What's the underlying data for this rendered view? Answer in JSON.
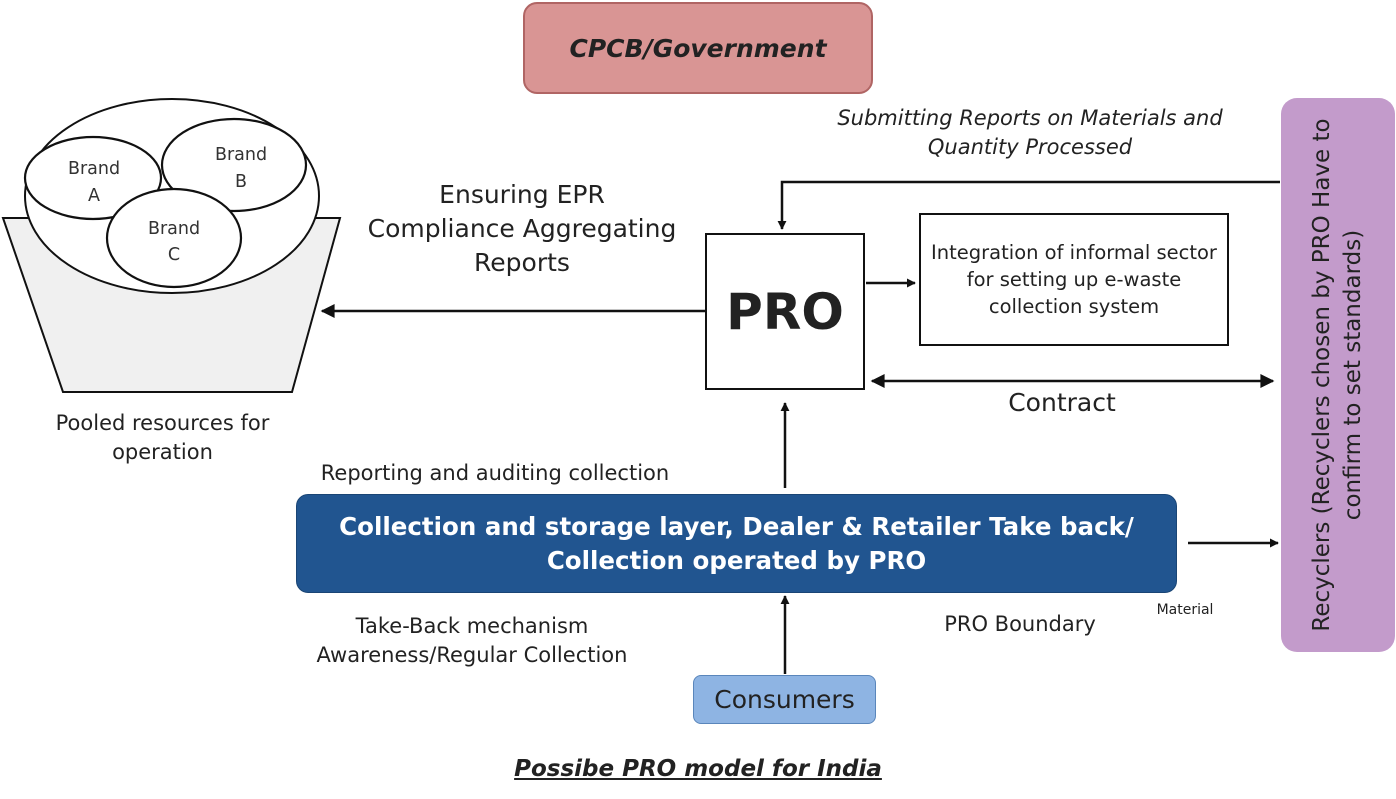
{
  "government": "CPCB/Government",
  "pro": "PRO",
  "integration": "Integration of informal sector for setting up e-waste collection system",
  "recyclers": "Recyclers (Recyclers chosen by PRO Have to confirm to set standards)",
  "collection_layer": "Collection and storage layer, Dealer & Retailer Take back/ Collection operated by PRO",
  "consumers": "Consumers",
  "labels": {
    "submitting_reports": "Submitting Reports on Materials and Quantity Processed",
    "ensuring_epr": "Ensuring EPR Compliance Aggregating Reports",
    "contract": "Contract",
    "pooled_resources": "Pooled resources for operation",
    "reporting_auditing": "Reporting and auditing collection",
    "take_back": "Take-Back mechanism Awareness/Regular Collection",
    "pro_boundary": "PRO Boundary",
    "material": "Material"
  },
  "brands": {
    "a": [
      "Brand",
      "A"
    ],
    "b": [
      "Brand",
      "B"
    ],
    "c": [
      "Brand",
      "C"
    ]
  },
  "caption": "Possibe PRO model for India",
  "colors": {
    "government": "#d99594",
    "recyclers": "#c39bcb",
    "collection": "#215590",
    "consumers": "#8eb4e3"
  }
}
